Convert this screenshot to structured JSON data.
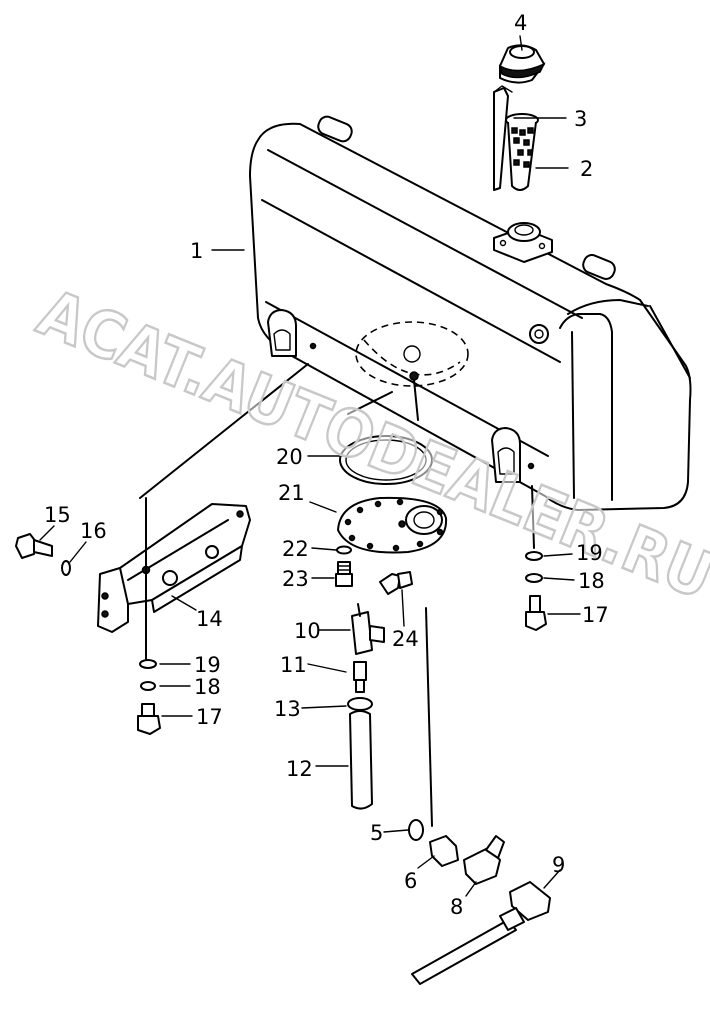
{
  "watermark": "ACAT.AUTODEALER.RU",
  "labels": {
    "n1": "1",
    "n2": "2",
    "n3": "3",
    "n4": "4",
    "n5": "5",
    "n6": "6",
    "n7": "8",
    "n8": "9",
    "n9": "10",
    "n10": "11",
    "n11": "12",
    "n12": "13",
    "n13": "14",
    "n14": "15",
    "n15": "16",
    "n16": "17",
    "n17": "17",
    "n18": "18",
    "n19": "18",
    "n20": "19",
    "n21": "19",
    "n22": "20",
    "n23": "21",
    "n24": "22",
    "n25": "23",
    "n26": "24"
  }
}
